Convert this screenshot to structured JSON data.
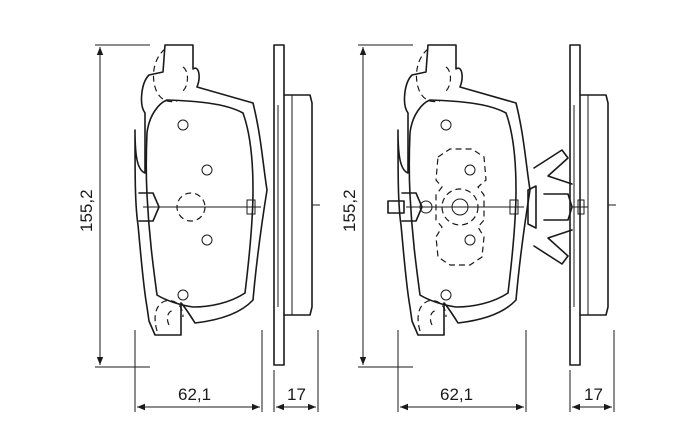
{
  "dimensions": {
    "left_pad": {
      "height": "155,2",
      "width": "62,1",
      "thickness": "17"
    },
    "right_pad": {
      "height": "155,2",
      "width": "62,1",
      "thickness": "17"
    }
  },
  "colors": {
    "line": "#1a1a1a",
    "background": "#ffffff"
  }
}
